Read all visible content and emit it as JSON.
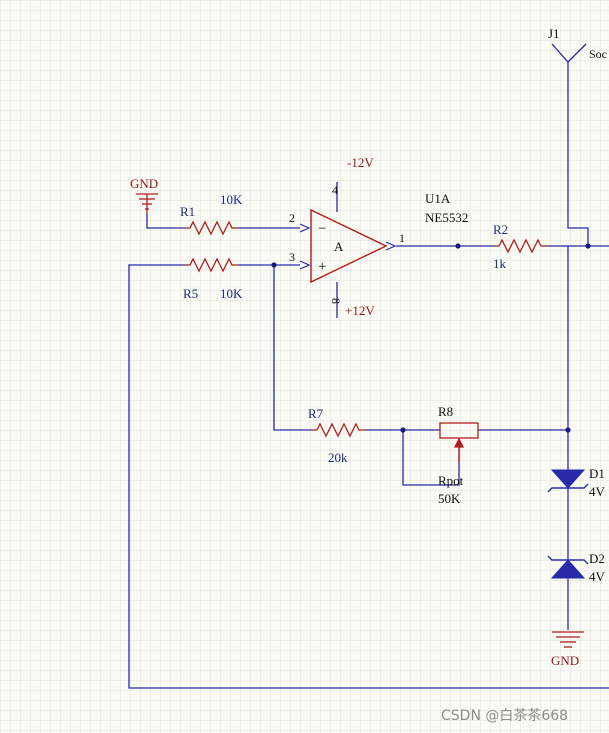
{
  "colors": {
    "wire": "#2a2aa8",
    "component": "#b01e1e",
    "label": "#1e2a7a",
    "power_label": "#8b1a1a",
    "grid": "#e2e2d8",
    "background": "#fbfbf6"
  },
  "connector": {
    "ref": "J1",
    "type": "Soc"
  },
  "opamp": {
    "ref": "U1A",
    "part": "NE5532",
    "unit": "A",
    "pin_inv": "2",
    "pin_noninv": "3",
    "pin_out": "1",
    "pin_vminus": "4",
    "pin_vplus": "8",
    "v_minus_label": "-12V",
    "v_plus_label": "+12V",
    "inv_symbol": "−",
    "noninv_symbol": "+"
  },
  "resistors": {
    "r1": {
      "ref": "R1",
      "value": "10K"
    },
    "r5": {
      "ref": "R5",
      "value": "10K"
    },
    "r2": {
      "ref": "R2",
      "value": "1k"
    },
    "r7": {
      "ref": "R7",
      "value": "20k"
    },
    "r8": {
      "ref": "R8",
      "type": "Rpot",
      "value": "50K"
    }
  },
  "diodes": {
    "d1": {
      "ref": "D1",
      "value": "4V"
    },
    "d2": {
      "ref": "D2",
      "value": "4V"
    }
  },
  "gnd_labels": {
    "top": "GND",
    "bottom": "GND"
  },
  "watermark": "CSDN @白茶茶668"
}
